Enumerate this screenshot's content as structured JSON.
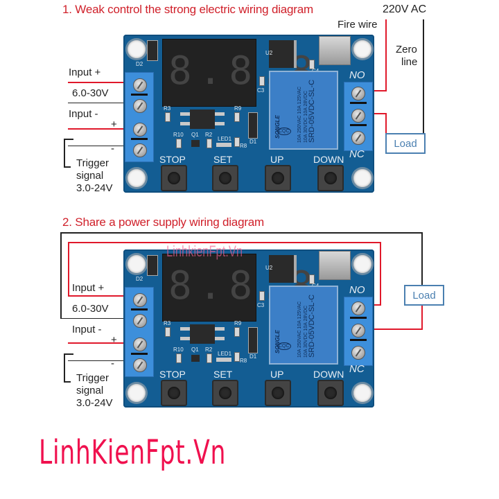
{
  "diagram1": {
    "title": "1. Weak control the strong electric wiring diagram",
    "ac_label": "220V AC",
    "fire_wire_label": "Fire wire",
    "zero_line_label_1": "Zero",
    "zero_line_label_2": "line",
    "load_label": "Load",
    "input_plus_label": "Input +",
    "voltage_label": "6.0-30V",
    "input_minus_label": "Input -",
    "trigger_plus": "+",
    "trigger_minus": "-",
    "trigger_label_1": "Trigger",
    "trigger_label_2": "signal",
    "trigger_label_3": "3.0-24V"
  },
  "diagram2": {
    "title": "2. Share a power supply wiring diagram",
    "load_label": "Load",
    "watermark": "LinhkienFpt.Vn",
    "input_plus_label": "Input +",
    "voltage_label": "6.0-30V",
    "input_minus_label": "Input -",
    "trigger_plus": "+",
    "trigger_minus": "-",
    "trigger_label_1": "Trigger",
    "trigger_label_2": "signal",
    "trigger_label_3": "3.0-24V"
  },
  "board": {
    "display_digits": "8.8.8.",
    "buttons": [
      "STOP",
      "SET",
      "UP",
      "DOWN"
    ],
    "relay_terminals": {
      "top": "NO",
      "bottom": "NC"
    },
    "silkscreen": [
      "D2",
      "U2",
      "C3",
      "C4",
      "R3",
      "R9",
      "R10",
      "Q1",
      "R2",
      "LED1",
      "R8",
      "D1"
    ],
    "relay": {
      "brand": "SONGLE",
      "model": "SRD-05VDC-SL-C",
      "rating_1": "10A 250VAC  10A 125VAC",
      "rating_2": "10A 30VDC  10A 28VDC",
      "cert": "CQC"
    },
    "colors": {
      "pcb": "#135d93",
      "terminal": "#3d8fdb",
      "wire_red": "#e0182a",
      "wire_black": "#222222"
    }
  },
  "brand_footer": "LinhKienFpt.Vn"
}
